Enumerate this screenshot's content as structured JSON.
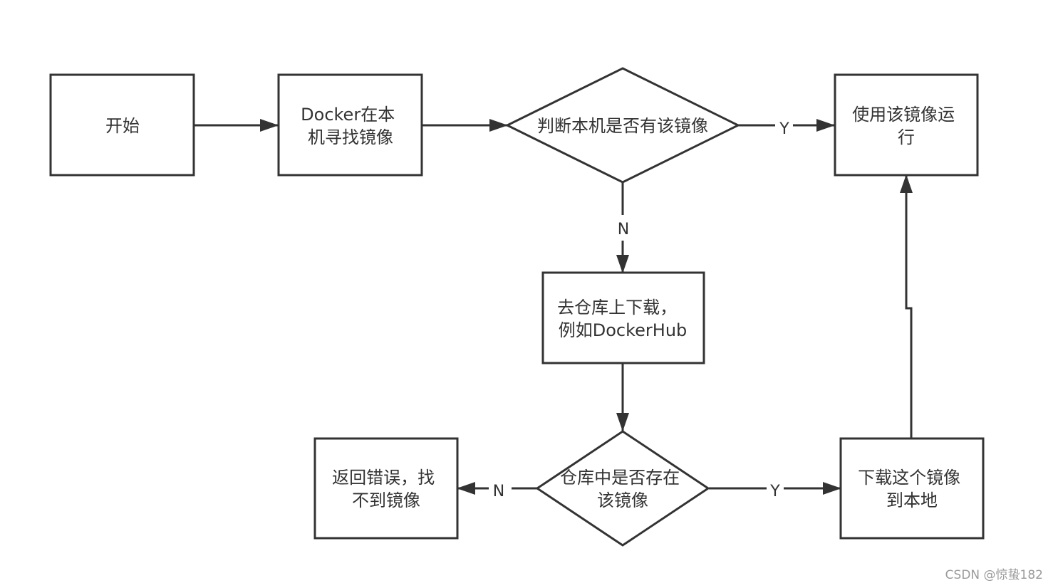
{
  "nodes": {
    "start": {
      "lines": [
        "开始"
      ]
    },
    "search_local": {
      "lines": [
        "Docker在本",
        "机寻找镜像"
      ]
    },
    "check_local": {
      "lines": [
        "判断本机是否有该镜像"
      ]
    },
    "run_image": {
      "lines": [
        "使用该镜像运",
        "行"
      ]
    },
    "pull_remote": {
      "lines": [
        "去仓库上下载，",
        "例如DockerHub"
      ]
    },
    "check_remote": {
      "lines": [
        "仓库中是否存在",
        "该镜像"
      ]
    },
    "return_error": {
      "lines": [
        "返回错误，找",
        "不到镜像"
      ]
    },
    "download_local": {
      "lines": [
        "下载这个镜像",
        "到本地"
      ]
    }
  },
  "edge_labels": {
    "local_yes": "Y",
    "local_no": "N",
    "remote_no": "N",
    "remote_yes": "Y"
  },
  "watermark": "CSDN @惊蛰182",
  "colors": {
    "stroke": "#333333",
    "text": "#333333",
    "background": "#ffffff",
    "watermark": "#9a9a9a"
  }
}
